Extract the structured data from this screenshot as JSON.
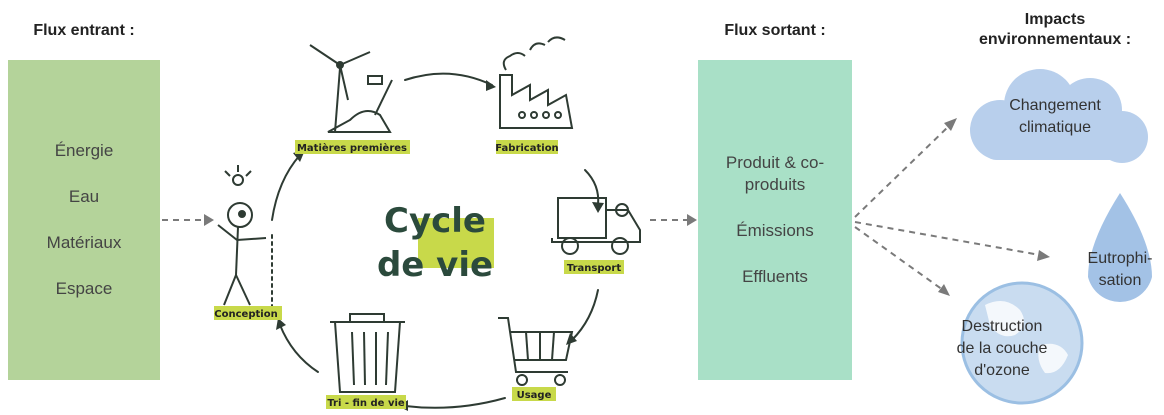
{
  "flux_entrant": {
    "title": "Flux entrant :",
    "items": [
      "Énergie",
      "Eau",
      "Matériaux",
      "Espace"
    ]
  },
  "cycle": {
    "title_line1": "Cycle",
    "title_line2": "de vie",
    "stages": {
      "matieres": "Matières premières",
      "fabrication": "Fabrication",
      "transport": "Transport",
      "usage": "Usage",
      "tri": "Tri - fin de vie",
      "conception": "Conception"
    }
  },
  "flux_sortant": {
    "title": "Flux sortant :",
    "items": [
      "Produit & co-produits",
      "Émissions",
      "Effluents"
    ]
  },
  "impacts": {
    "title_line1": "Impacts",
    "title_line2": "environnementaux :",
    "climat_line1": "Changement",
    "climat_line2": "climatique",
    "eutro_line1": "Eutrophi-",
    "eutro_line2": "sation",
    "ozone_line1": "Destruction",
    "ozone_line2": "de la couche",
    "ozone_line3": "d'ozone"
  },
  "colors": {
    "flux_entrant_bg": "#b4d39a",
    "flux_sortant_bg": "#a9e0c7",
    "highlight": "#c8d94a",
    "cycle_text": "#2b4a3c",
    "cloud": "#b8cfec",
    "drop": "#a3c2e6",
    "globe": "#c9dcf0"
  }
}
